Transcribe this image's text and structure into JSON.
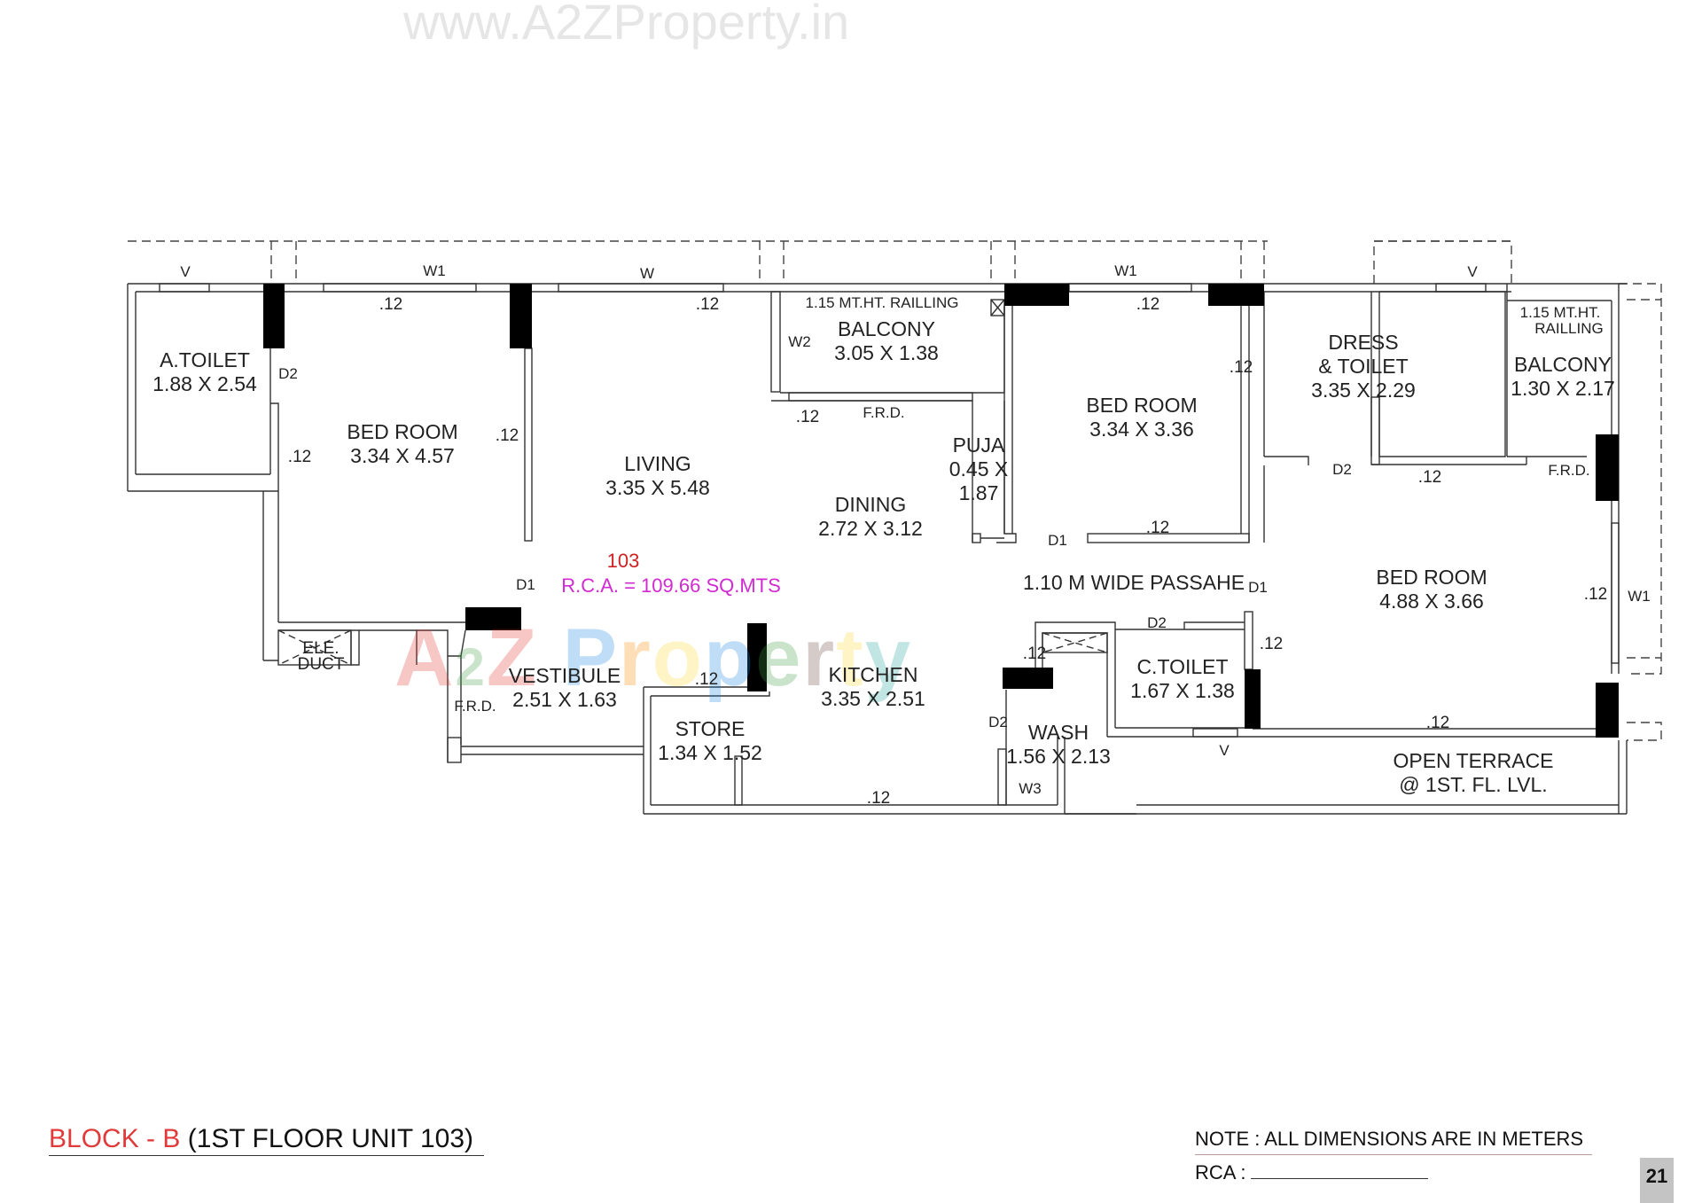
{
  "watermark": {
    "top_text": "www.A2ZProperty.in",
    "center_text": "A2Z Property",
    "center_colors": [
      "#e53935",
      "#43a047",
      "#e53935",
      "#1e88e5",
      "#fb8c00",
      "#fdd835",
      "#1e88e5",
      "#43a047",
      "#6d4c41",
      "#fdd835",
      "#26a69a"
    ]
  },
  "plan": {
    "unit_number": "103",
    "rca_text": "R.C.A. = 109.66 SQ.MTS",
    "unit_color": "#cc2222",
    "rca_color": "#d12ad1",
    "rooms": [
      {
        "name": "A.TOILET",
        "size": "1.88 X 2.54"
      },
      {
        "name": "BED ROOM",
        "size": "3.34 X 4.57"
      },
      {
        "name": "LIVING",
        "size": "3.35 X 5.48"
      },
      {
        "name": "BALCONY",
        "size": "3.05 X 1.38"
      },
      {
        "name": "PUJA",
        "size": "0.45 X",
        "size2": "1.87"
      },
      {
        "name": "DINING",
        "size": "2.72 X 3.12"
      },
      {
        "name": "BED ROOM",
        "size": "3.34 X 3.36"
      },
      {
        "name": "DRESS",
        "name2": "& TOILET",
        "size": "3.35 X 2.29"
      },
      {
        "name": "BALCONY",
        "size": "1.30 X 2.17"
      },
      {
        "name": "BED ROOM",
        "size": "4.88 X 3.66"
      },
      {
        "name": "VESTIBULE",
        "size": "2.51 X 1.63"
      },
      {
        "name": "STORE",
        "size": "1.34 X 1.52"
      },
      {
        "name": "KITCHEN",
        "size": "3.35 X 2.51"
      },
      {
        "name": "WASH",
        "size": "1.56 X 2.13"
      },
      {
        "name": "C.TOILET",
        "size": "1.67 X 1.38"
      },
      {
        "name": "OPEN TERRACE",
        "size": "@ 1ST. FL. LVL."
      }
    ],
    "annotations": {
      "railing_1": "1.15 MT.HT. RAILLING",
      "railing_2a": "1.15 MT.HT.",
      "railing_2b": "RAILLING",
      "passage": "1.10 M WIDE PASSAHE",
      "ele_duct_1": "ELE.",
      "ele_duct_2": "DUCT",
      "frd": "F.R.D."
    },
    "openings": {
      "v": "V",
      "w": "W",
      "w1": "W1",
      "w2": "W2",
      "w3": "W3",
      "d1": "D1",
      "d2": "D2"
    },
    "wall_thickness": ".12"
  },
  "footer": {
    "title_red": "BLOCK - B",
    "title_black": "(1ST FLOOR UNIT 103)",
    "title_red_color": "#e03a3a",
    "note": "NOTE : ALL DIMENSIONS ARE IN METERS",
    "rca_label": "RCA :",
    "page_number": "21"
  }
}
